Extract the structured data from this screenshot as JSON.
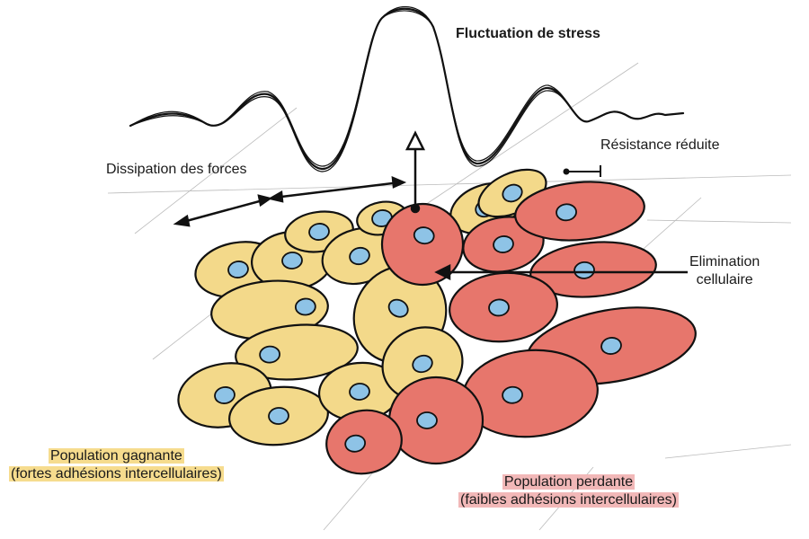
{
  "title": "Fluctuation de stress",
  "labels": {
    "dissipation": "Dissipation des forces",
    "resistance": "Résistance réduite",
    "elimination_line1": "Elimination",
    "elimination_line2": "cellulaire",
    "winner_line1": "Population gagnante",
    "winner_line2": "(fortes adhésions intercellulaires)",
    "loser_line1": "Population perdante",
    "loser_line2": "(faibles adhésions intercellulaires)"
  },
  "colors": {
    "winner_cell": "#f3d98a",
    "loser_cell": "#e7766c",
    "nucleus": "#8ec3e6",
    "outline": "#111111",
    "winner_highlight": "#f6dc8e",
    "loser_highlight": "#f2b8b8"
  }
}
